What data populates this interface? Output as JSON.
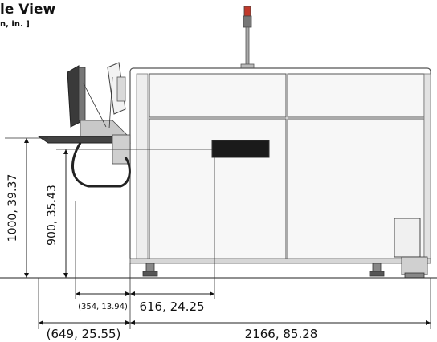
{
  "header": {
    "title": "le View",
    "units": "n, in. ]"
  },
  "dimensions": {
    "height_overall": "1000, 39.37",
    "height_conveyor": "900, 35.43",
    "offset_small": "(354, 13.94)",
    "conveyor_to_center": "616, 24.25",
    "left_extension": "(649, 25.55)",
    "machine_length": "2166, 85.28"
  }
}
